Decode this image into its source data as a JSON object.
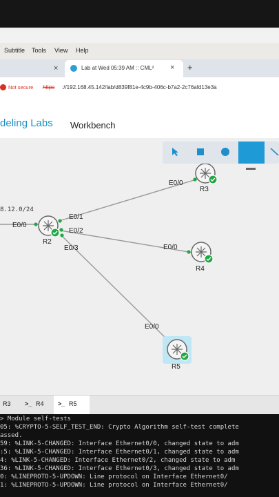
{
  "menu": [
    "Subtitle",
    "Tools",
    "View",
    "Help"
  ],
  "tabs": {
    "active_title": "Lab at Wed 05:39 AM :: CML²",
    "close_glyph": "×",
    "new_tab_glyph": "+"
  },
  "address": {
    "security_label": "Not secure",
    "scheme": "https",
    "rest": "://192.168.45.142/lab/d839f81e-4c9b-406c-b7a2-2c76afd13e3a"
  },
  "header": {
    "brand": "deling Labs",
    "workbench": "Workbench"
  },
  "topology": {
    "subnet": "8.12.0/24",
    "nodes": [
      {
        "label": "R2"
      },
      {
        "label": "R3"
      },
      {
        "label": "R4"
      },
      {
        "label": "R5"
      }
    ],
    "interfaces": {
      "r2_left": "E0/0",
      "r2_e01": "E0/1",
      "r2_e02": "E0/2",
      "r2_e03": "E0/3",
      "r3": "E0/0",
      "r4": "E0/0",
      "r5": "E0/0"
    }
  },
  "bottom_tabs": [
    "R3",
    "R4",
    "R5"
  ],
  "console": [
    "> Module self-tests",
    "05: %CRYPTO-5-SELF_TEST_END: Crypto Algorithm self-test complete",
    "assed.",
    "59: %LINK-5-CHANGED: Interface Ethernet0/0, changed state to adm",
    ":5: %LINK-5-CHANGED: Interface Ethernet0/1, changed state to adm",
    "4: %LINK-5-CHANGED: Interface Ethernet0/2, changed state to adm",
    "36: %LINK-5-CHANGED: Interface Ethernet0/3, changed state to adm",
    "0: %LINEPROTO-5-UPDOWN: Line protocol on Interface Ethernet0/",
    "1: %LINEPROTO-5-UPDOWN: Line protocol on Interface Ethernet0/"
  ]
}
